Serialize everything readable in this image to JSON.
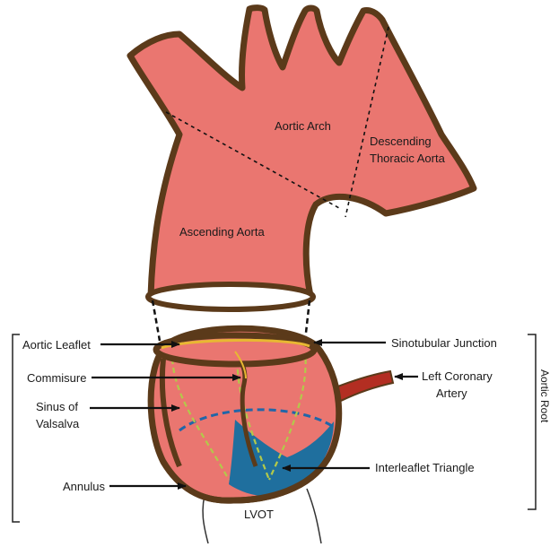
{
  "diagram": {
    "colors": {
      "aorta_fill": "#ea7670",
      "wall": "#5b3a1a",
      "yellow": "#e8b832",
      "lime_dashed": "#b3c94a",
      "blue_dashed": "#2166a8",
      "lvot_blue": "#1f6f9e",
      "coronary": "#b32e22"
    },
    "labels": {
      "aortic_arch": "Aortic Arch",
      "descending_line1": "Descending",
      "descending_line2": "Thoracic Aorta",
      "ascending_aorta": "Ascending Aorta",
      "aortic_leaflet": "Aortic Leaflet",
      "commisure": "Commisure",
      "sinus_line1": "Sinus of",
      "sinus_line2": "Valsalva",
      "annulus": "Annulus",
      "sinotubular_junction": "Sinotubular Junction",
      "left_coronary_line1": "Left Coronary",
      "left_coronary_line2": "Artery",
      "interleaflet_triangle": "Interleaflet Triangle",
      "lvot": "LVOT",
      "aortic_root": "Aortic Root"
    }
  }
}
